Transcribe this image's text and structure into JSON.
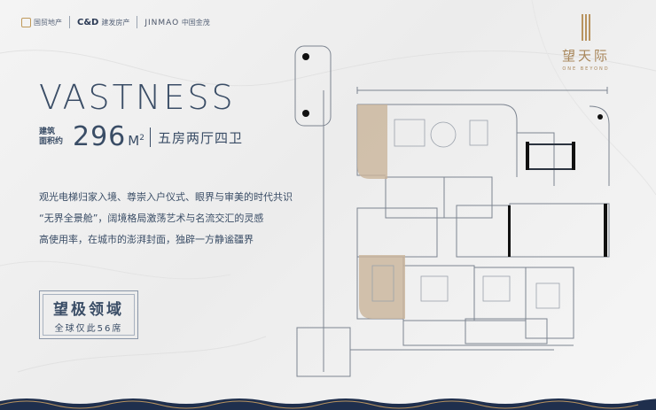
{
  "header": {
    "logo1": "国贸地产",
    "logo2_mark": "C&D",
    "logo2_text": "建发房产",
    "logo3_latin": "JINMAO",
    "logo3_cn": "中国金茂"
  },
  "brand": {
    "name_cn": "望天际",
    "name_en": "ONE BEYOND"
  },
  "title": "VASTNESS",
  "area": {
    "label_line1": "建筑",
    "label_line2": "面积约",
    "value": "296",
    "unit": "M",
    "unit_sup": "2",
    "layout": "五房两厅四卫"
  },
  "description": [
    "观光电梯归家入境、尊崇入户仪式、眼界与审美的时代共识",
    "“无界全景舱”，阔境格局激荡艺术与名流交汇的灵感",
    "高使用率，在城市的澎湃封面，独辟一方静谧疆界"
  ],
  "badge": {
    "title": "望极领域",
    "subtitle": "全球仅此56席"
  },
  "colors": {
    "accent_gold": "#b8935f",
    "text_navy": "#3a4d66",
    "highlight_tan": "#c9b49a",
    "bottom_navy": "#1f2f4d"
  },
  "plan_icon": "floor-plan-drawing"
}
